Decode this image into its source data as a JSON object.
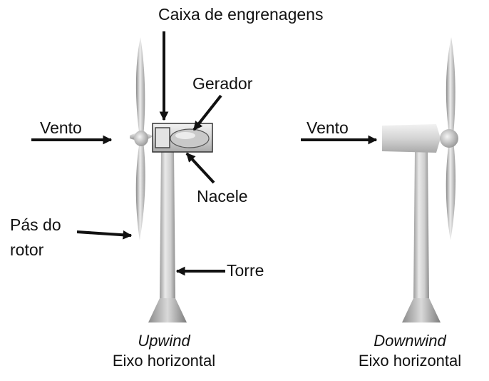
{
  "labels": {
    "gearbox": "Caixa de engrenagens",
    "generator": "Gerador",
    "wind_left": "Vento",
    "wind_right": "Vento",
    "nacelle": "Nacele",
    "rotor_blades_line1": "Pás do",
    "rotor_blades_line2": "rotor",
    "tower": "Torre"
  },
  "captions": {
    "left_title": "Upwind",
    "left_subtitle": "Eixo horizontal",
    "right_title": "Downwind",
    "right_subtitle": "Eixo horizontal"
  }
}
